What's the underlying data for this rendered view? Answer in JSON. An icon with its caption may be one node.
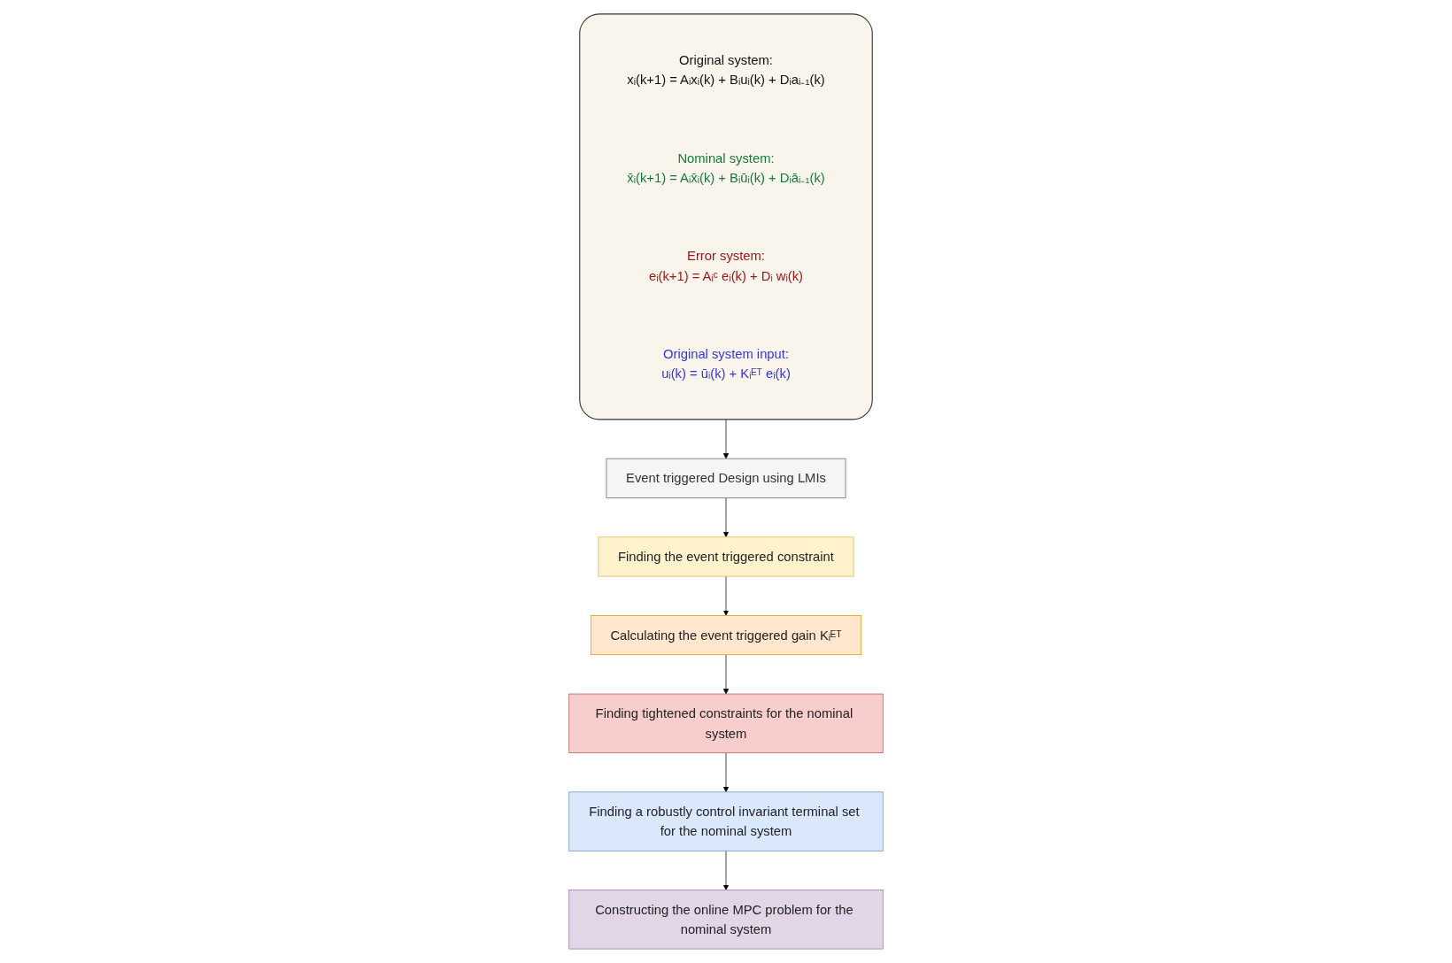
{
  "diagram": {
    "nodes": [
      {
        "text": [],
        "shape": "box"
      },
      {
        "text": [
          "Original system:",
          "xᵢ(k+1) = Aᵢxᵢ(k) + Bᵢuᵢ(k) + Dᵢaᵢ₋₁(k)"
        ],
        "in": 0
      },
      {
        "text": [
          "Nominal system:",
          "x̄ᵢ(k+1) = Aᵢx̄ᵢ(k) + Bᵢūᵢ(k) + Dᵢāᵢ₋₁(k)"
        ],
        "in": 0
      },
      {
        "text": [
          "Error system:",
          "eᵢ(k+1) = Aᵢᶜ eᵢ(k) + Dᵢ wᵢ(k)"
        ],
        "in": 0
      },
      {
        "text": [
          "Original system input:",
          "uᵢ(k) = ūᵢ(k) + Kᵢᴱᵀ eᵢ(k)"
        ],
        "in": 0
      },
      {
        "text": [
          "Event triggered Design using LMIs"
        ]
      },
      {
        "text": [
          "Finding the event triggered constraint"
        ]
      },
      {
        "text": [
          "Calculating the event triggered gain Kᵢᴱᵀ"
        ]
      },
      {
        "text": [
          "Finding tightened constraints for the nominal system"
        ]
      },
      {
        "text": [
          "Finding a robustly control invariant terminal set for the nominal system"
        ]
      },
      {
        "text": [
          "Constructing the online MPC problem for the nominal system"
        ]
      }
    ],
    "edges": [
      {
        "from": 0,
        "to": 5,
        "arrow": "to"
      },
      {
        "from": 5,
        "to": 6,
        "arrow": "to"
      },
      {
        "from": 6,
        "to": 7,
        "arrow": "to"
      },
      {
        "from": 7,
        "to": 8,
        "arrow": "to"
      },
      {
        "from": 8,
        "to": 9,
        "arrow": "to"
      },
      {
        "from": 9,
        "to": 10,
        "arrow": "to"
      }
    ]
  }
}
